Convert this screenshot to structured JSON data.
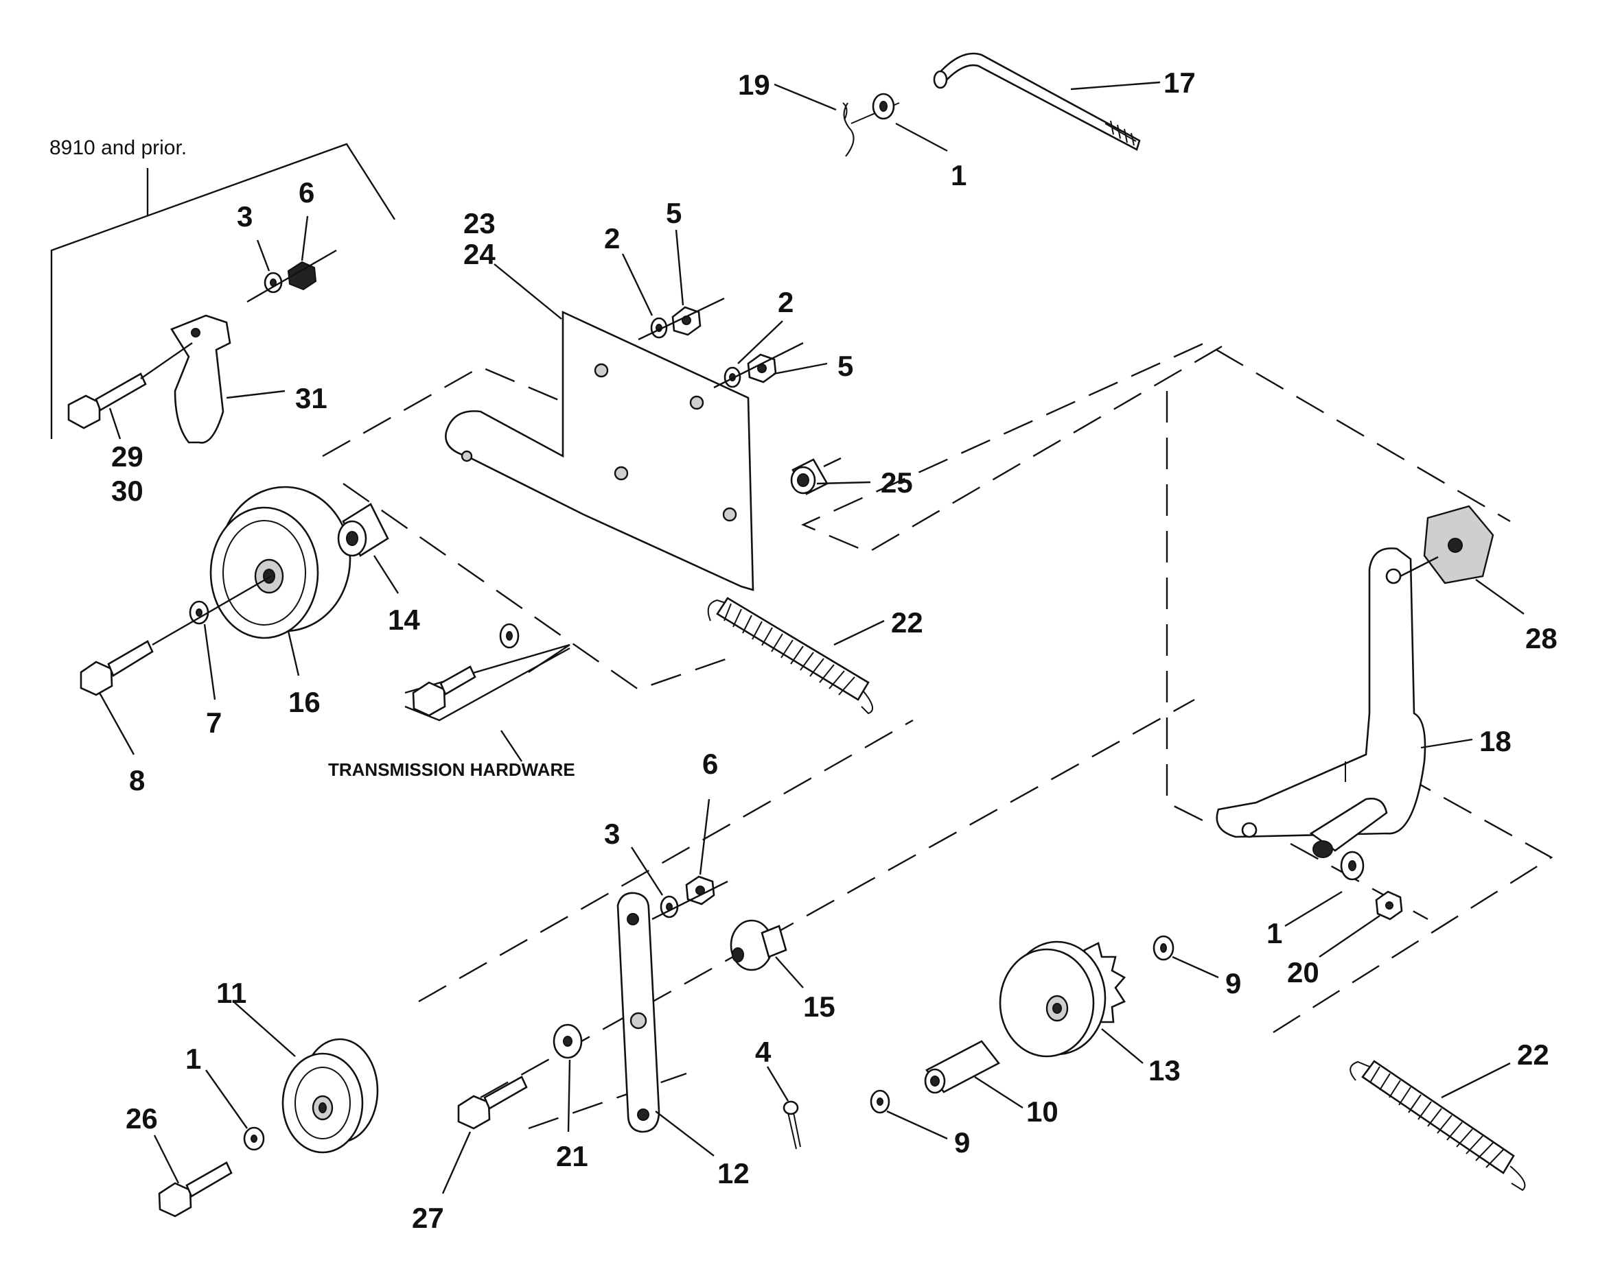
{
  "diagram": {
    "note": "8910 and prior.",
    "caption": "TRANSMISSION HARDWARE",
    "callouts": {
      "c19": "19",
      "c1_top": "1",
      "c17": "17",
      "c3_top": "3",
      "c6_top": "6",
      "c31": "31",
      "c29": "29",
      "c30": "30",
      "c23": "23",
      "c24": "24",
      "c2_a": "2",
      "c5_a": "5",
      "c2_b": "2",
      "c5_b": "5",
      "c25": "25",
      "c14": "14",
      "c16": "16",
      "c7": "7",
      "c8": "8",
      "c22_top": "22",
      "c28": "28",
      "c18": "18",
      "c6_mid": "6",
      "c3_mid": "3",
      "c15": "15",
      "c12": "12",
      "c21": "21",
      "c27": "27",
      "c11": "11",
      "c1_left": "1",
      "c26": "26",
      "c4": "4",
      "c9_a": "9",
      "c10": "10",
      "c13": "13",
      "c9_b": "9",
      "c1_right": "1",
      "c20": "20",
      "c22_bottom": "22"
    },
    "colors": {
      "ink": "#111111",
      "paper": "#ffffff",
      "shade": "#cfcfcf"
    }
  }
}
